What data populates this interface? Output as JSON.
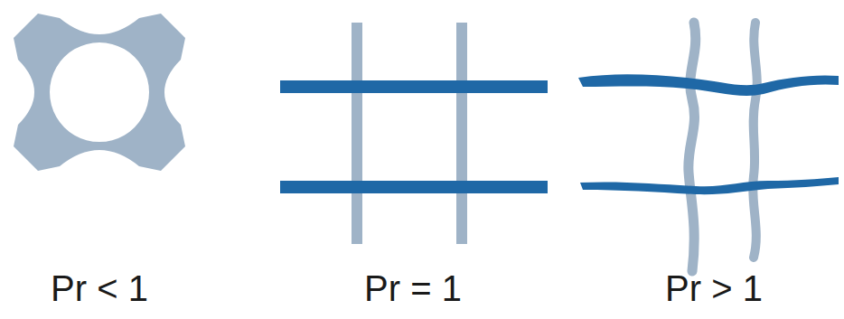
{
  "diagram": {
    "labels": [
      "Pr < 1",
      "Pr = 1",
      "Pr > 1"
    ]
  }
}
